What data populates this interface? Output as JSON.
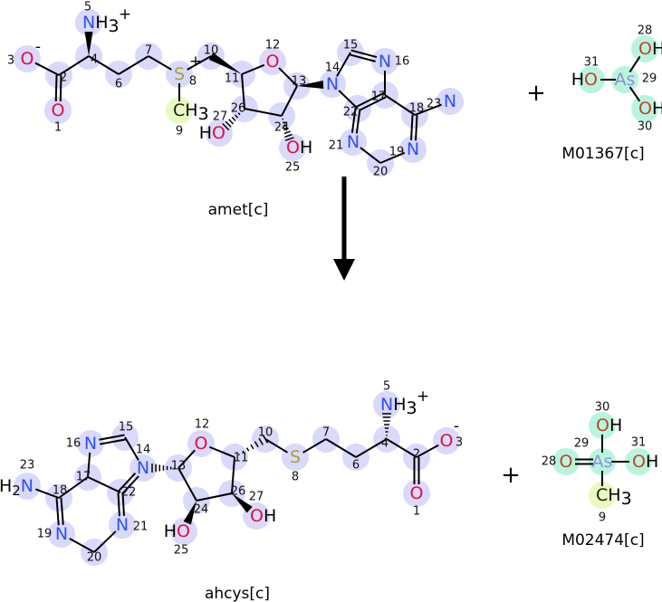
{
  "colors": {
    "highlight_blue": "#d9d9fb",
    "highlight_green": "#b9f5dd",
    "highlight_yellow": "#e9f9c4",
    "N": "#3050f8",
    "O": "#e0103a",
    "O_as": "#c0432c",
    "S": "#a8a038",
    "As": "#9090dc",
    "C": "#1a2400",
    "bond": "#000000"
  },
  "reaction": {
    "plus": "+",
    "molecules": {
      "amet": {
        "name": "amet[c]",
        "atoms": [
          {
            "num": "1",
            "el": "O",
            "hl": "blue"
          },
          {
            "num": "2",
            "el": "",
            "hl": "blue"
          },
          {
            "num": "3",
            "el": "O",
            "charge": "-",
            "hl": "blue"
          },
          {
            "num": "4",
            "el": "",
            "hl": "blue"
          },
          {
            "num": "5",
            "el": "N",
            "post": "H",
            "sub": "3",
            "charge": "+",
            "hl": "blue"
          },
          {
            "num": "6",
            "el": "",
            "hl": "blue"
          },
          {
            "num": "7",
            "el": "",
            "hl": "blue"
          },
          {
            "num": "8",
            "el": "S",
            "charge": "+",
            "hl": "blue"
          },
          {
            "num": "9",
            "el": "C",
            "post": "H",
            "sub": "3",
            "hl": "yellow"
          },
          {
            "num": "10",
            "el": "",
            "hl": "blue"
          },
          {
            "num": "11",
            "el": "",
            "hl": "blue"
          },
          {
            "num": "12",
            "el": "O",
            "hl": "blue"
          },
          {
            "num": "13",
            "el": "",
            "hl": "blue"
          },
          {
            "num": "14",
            "el": "N",
            "hl": "blue"
          },
          {
            "num": "15",
            "el": "",
            "hl": "blue"
          },
          {
            "num": "16",
            "el": "N",
            "hl": "blue"
          },
          {
            "num": "17",
            "el": "",
            "hl": "blue"
          },
          {
            "num": "18",
            "el": "",
            "hl": "blue"
          },
          {
            "num": "19",
            "el": "N",
            "hl": "blue"
          },
          {
            "num": "20",
            "el": "",
            "hl": "blue"
          },
          {
            "num": "21",
            "el": "N",
            "hl": "blue"
          },
          {
            "num": "22",
            "el": "",
            "hl": "blue"
          },
          {
            "num": "23",
            "el": "N",
            "hl": "blue"
          },
          {
            "num": "24",
            "el": "",
            "hl": "blue"
          },
          {
            "num": "25",
            "el": "O",
            "post": "H",
            "hl": "blue"
          },
          {
            "num": "26",
            "el": "",
            "hl": "blue"
          },
          {
            "num": "27",
            "pre": "H",
            "el": "O",
            "hl": "blue"
          }
        ]
      },
      "M01367": {
        "name": "M01367[c]",
        "atoms": [
          {
            "num": "28",
            "el": "O",
            "post": "H",
            "hl": "green",
            "oas": true
          },
          {
            "num": "29",
            "el": "As",
            "hl": "green"
          },
          {
            "num": "30",
            "el": "O",
            "post": "H",
            "hl": "green",
            "oas": true
          },
          {
            "num": "31",
            "pre": "H",
            "el": "O",
            "hl": "green",
            "oas": true
          }
        ]
      },
      "ahcys": {
        "name": "ahcys[c]",
        "atoms": [
          {
            "num": "1",
            "el": "O",
            "hl": "blue"
          },
          {
            "num": "2",
            "el": "",
            "hl": "blue"
          },
          {
            "num": "3",
            "el": "O",
            "charge": "-",
            "hl": "blue"
          },
          {
            "num": "4",
            "el": "",
            "hl": "blue"
          },
          {
            "num": "5",
            "el": "N",
            "post": "H",
            "sub": "3",
            "charge": "+",
            "hl": "blue"
          },
          {
            "num": "6",
            "el": "",
            "hl": "blue"
          },
          {
            "num": "7",
            "el": "",
            "hl": "blue"
          },
          {
            "num": "8",
            "el": "S",
            "hl": "blue"
          },
          {
            "num": "10",
            "el": "",
            "hl": "blue"
          },
          {
            "num": "11",
            "el": "",
            "hl": "blue"
          },
          {
            "num": "12",
            "el": "O",
            "hl": "blue"
          },
          {
            "num": "13",
            "el": "",
            "hl": "blue"
          },
          {
            "num": "14",
            "el": "N",
            "hl": "blue"
          },
          {
            "num": "15",
            "el": "",
            "hl": "blue"
          },
          {
            "num": "16",
            "el": "N",
            "hl": "blue"
          },
          {
            "num": "17",
            "el": "",
            "hl": "blue"
          },
          {
            "num": "18",
            "el": "",
            "hl": "blue"
          },
          {
            "num": "19",
            "el": "N",
            "hl": "blue"
          },
          {
            "num": "20",
            "el": "",
            "hl": "blue"
          },
          {
            "num": "21",
            "el": "N",
            "hl": "blue"
          },
          {
            "num": "22",
            "el": "",
            "hl": "blue"
          },
          {
            "num": "23",
            "pre": "H",
            "preSub": "2",
            "el": "N",
            "hl": "blue"
          },
          {
            "num": "24",
            "el": "",
            "hl": "blue"
          },
          {
            "num": "25",
            "pre": "H",
            "el": "O",
            "hl": "blue"
          },
          {
            "num": "26",
            "el": "",
            "hl": "blue"
          },
          {
            "num": "27",
            "el": "O",
            "post": "H",
            "hl": "blue"
          }
        ]
      },
      "M02474": {
        "name": "M02474[c]",
        "atoms": [
          {
            "num": "28",
            "el": "O",
            "hl": "green",
            "oas": true
          },
          {
            "num": "29",
            "el": "As",
            "hl": "green"
          },
          {
            "num": "30",
            "el": "O",
            "post": "H",
            "hl": "green",
            "oas": true
          },
          {
            "num": "31",
            "el": "O",
            "post": "H",
            "hl": "green",
            "oas": true
          },
          {
            "num": "9",
            "el": "C",
            "post": "H",
            "sub": "3",
            "hl": "yellow"
          }
        ]
      }
    }
  }
}
